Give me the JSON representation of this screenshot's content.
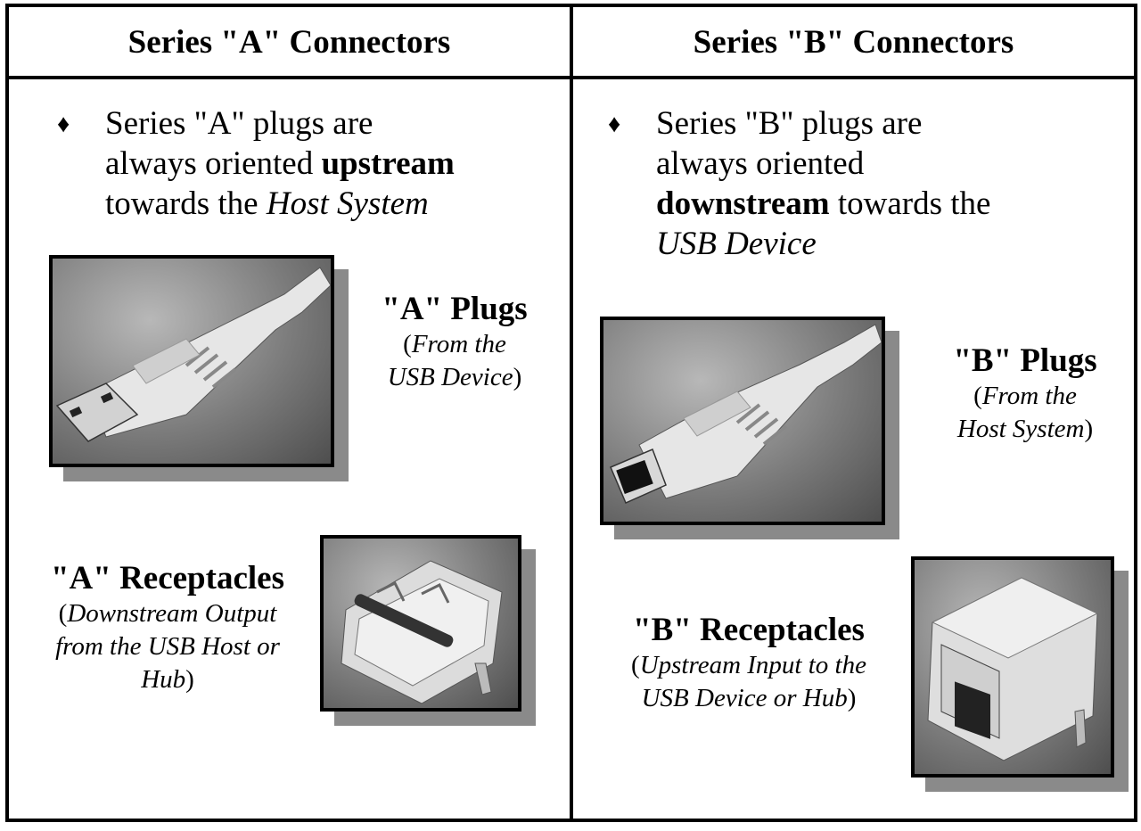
{
  "series_a": {
    "header": "Series \"A\" Connectors",
    "bullet_symbol": "♦",
    "bullet_lines": {
      "l1": "Series \"A\" plugs are",
      "l2_pre": "always oriented ",
      "l2_bold": "upstream",
      "l3_pre": "towards the ",
      "l3_italic": "Host System"
    },
    "plug_caption": {
      "title": "\"A\" Plugs",
      "open": "(",
      "line1": "From the",
      "line2": "USB Device",
      "close": ")"
    },
    "receptacle_caption": {
      "title": "\"A\" Receptacles",
      "open": "(",
      "line1": "Downstream Output",
      "line2": "from the USB Host or",
      "line3": "Hub",
      "close": ")"
    }
  },
  "series_b": {
    "header": "Series \"B\" Connectors",
    "bullet_symbol": "♦",
    "bullet_lines": {
      "l1": "Series \"B\" plugs are",
      "l2": "always oriented",
      "l3_bold": "downstream",
      "l3_post": " towards the",
      "l4_pre": "USB ",
      "l4_italic": "Device"
    },
    "plug_caption": {
      "title": "\"B\" Plugs",
      "open": "(",
      "line1": "From the",
      "line2": "Host System",
      "close": ")"
    },
    "receptacle_caption": {
      "title": "\"B\" Receptacles",
      "open": "(",
      "line1": "Upstream Input to the",
      "line2": "USB Device or Hub",
      "close": ")"
    }
  }
}
